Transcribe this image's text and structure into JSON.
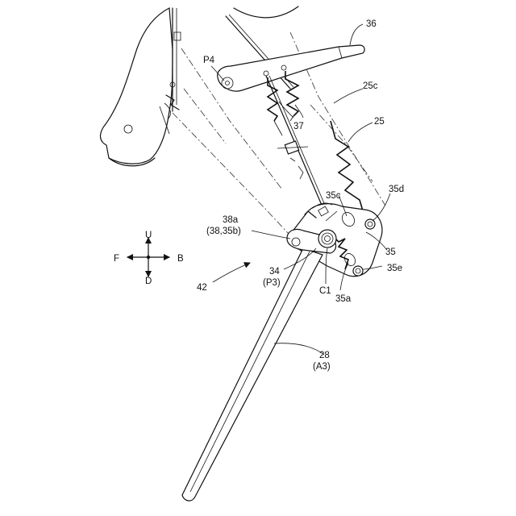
{
  "labels": {
    "n36": "36",
    "p4": "P4",
    "n25c": "25c",
    "n25": "25",
    "n37": "37",
    "n35c": "35c",
    "n35d": "35d",
    "n38a": "38a",
    "n38paren": "(38,35b)",
    "n35": "35",
    "n35e": "35e",
    "n34": "34",
    "p3": "(P3)",
    "c1": "C1",
    "n35a": "35a",
    "n42": "42",
    "n28": "28",
    "a3": "(A3)"
  },
  "direction": {
    "up": "U",
    "down": "D",
    "front": "F",
    "back": "B"
  }
}
